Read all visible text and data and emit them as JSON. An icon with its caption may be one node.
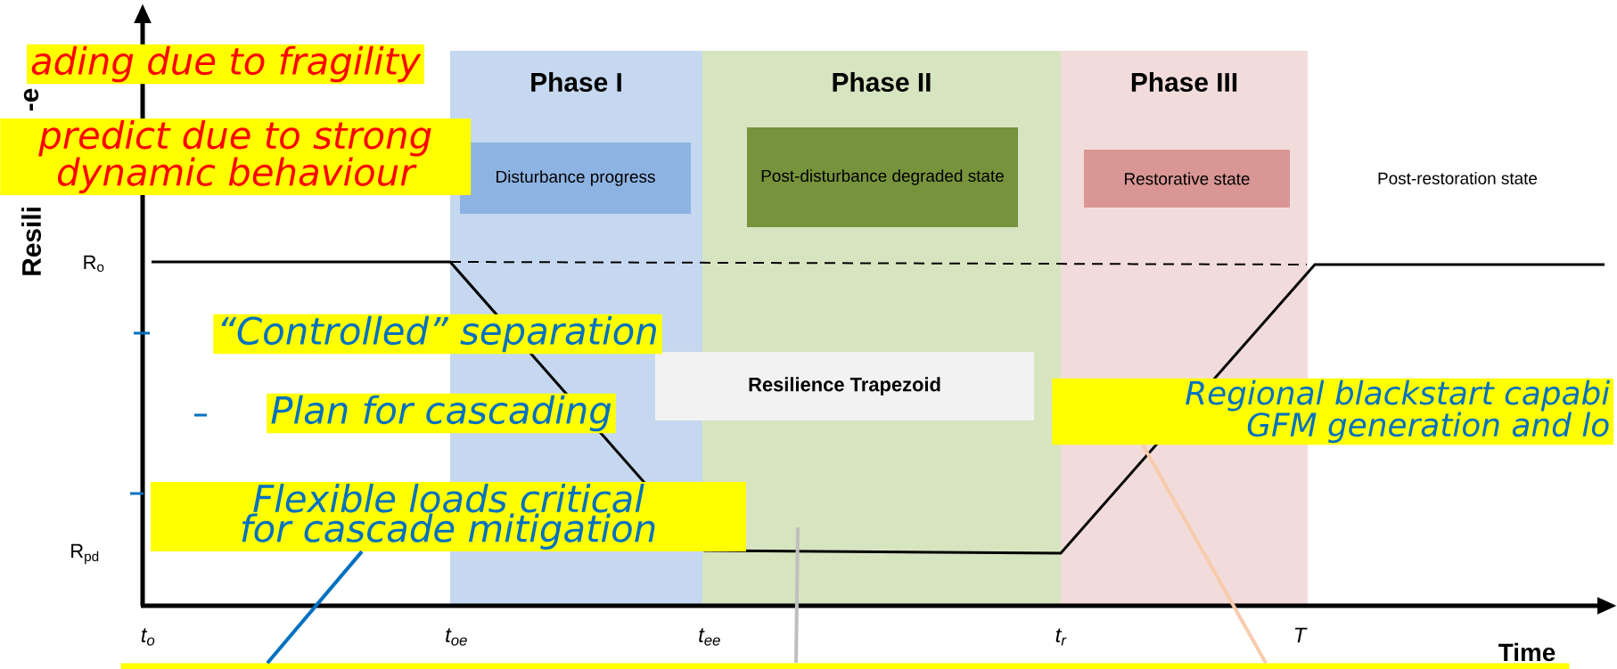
{
  "diagram": {
    "nodes": [
      {
        "text": [
          "Phase I"
        ]
      },
      {
        "text": [
          "Disturbance progress"
        ],
        "in": 0
      },
      {
        "text": [
          "Phase II"
        ]
      },
      {
        "text": [
          "Post-disturbance degraded state"
        ],
        "in": 2
      },
      {
        "text": [
          "Phase III"
        ]
      },
      {
        "text": [
          "Restorative state"
        ],
        "in": 4
      },
      {
        "text": [
          "Resilience Trapezoid"
        ]
      },
      {
        "text": [
          "ading due to fragility"
        ]
      },
      {
        "text": [
          "predict due to strong dynamic behaviour"
        ]
      },
      {
        "text": [
          "“Controlled” separation"
        ]
      },
      {
        "text": [
          "Plan for cascading"
        ]
      },
      {
        "text": [
          "Flexible loads critical for cascade mitigation"
        ]
      },
      {
        "text": [
          "Regional blackstart capabi GFM generation and lo"
        ]
      },
      {
        "text": [],
        "shape": "bar"
      }
    ],
    "edges": [
      {
        "from": 13,
        "to": 11,
        "arrow": "none",
        "color": "#0070c0"
      },
      {
        "from": 13,
        "to": null,
        "arrow": "none",
        "color": "#bfbfbf"
      },
      {
        "from": 13,
        "to": 12,
        "arrow": "none",
        "color": "#f8cbad"
      }
    ],
    "labels": [
      "-e",
      "Post-restoration state",
      "Resili",
      "R$_{o}$",
      "R$_{pd}$",
      "t$_{o}$",
      "t$_{oe}$",
      "t$_{ee}$",
      "t$_{r}$",
      "T",
      "Time"
    ]
  }
}
